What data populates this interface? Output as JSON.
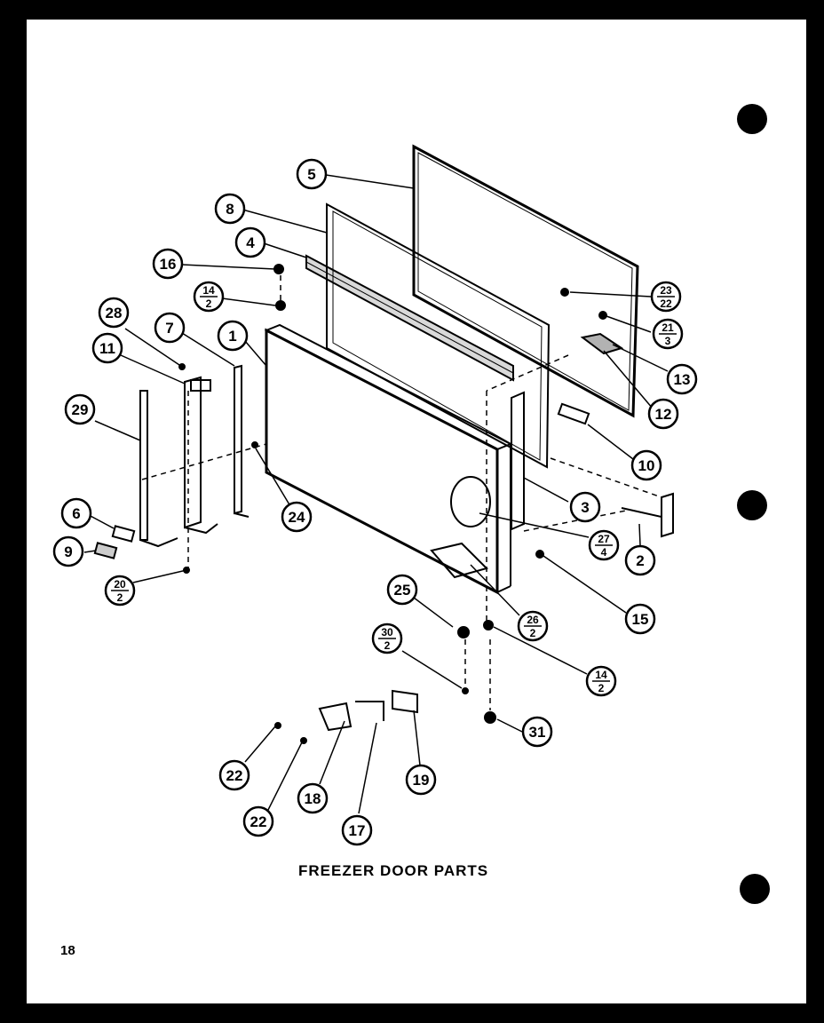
{
  "page": {
    "caption": "FREEZER DOOR PARTS",
    "page_number": "18"
  },
  "callouts": [
    {
      "id": "c5",
      "top": "5"
    },
    {
      "id": "c8",
      "top": "8"
    },
    {
      "id": "c4",
      "top": "4"
    },
    {
      "id": "c16",
      "top": "16"
    },
    {
      "id": "c14a",
      "top": "14",
      "bottom": "2"
    },
    {
      "id": "c28",
      "top": "28"
    },
    {
      "id": "c7",
      "top": "7"
    },
    {
      "id": "c1",
      "top": "1"
    },
    {
      "id": "c11",
      "top": "11"
    },
    {
      "id": "c29",
      "top": "29"
    },
    {
      "id": "c6",
      "top": "6"
    },
    {
      "id": "c9",
      "top": "9"
    },
    {
      "id": "c20",
      "top": "20",
      "bottom": "2"
    },
    {
      "id": "c24",
      "top": "24"
    },
    {
      "id": "c23",
      "top": "23",
      "bottom": "22"
    },
    {
      "id": "c21",
      "top": "21",
      "bottom": "3"
    },
    {
      "id": "c13",
      "top": "13"
    },
    {
      "id": "c12",
      "top": "12"
    },
    {
      "id": "c10",
      "top": "10"
    },
    {
      "id": "c3",
      "top": "3"
    },
    {
      "id": "c27",
      "top": "27",
      "bottom": "4"
    },
    {
      "id": "c2",
      "top": "2"
    },
    {
      "id": "c15",
      "top": "15"
    },
    {
      "id": "c25",
      "top": "25"
    },
    {
      "id": "c26",
      "top": "26",
      "bottom": "2"
    },
    {
      "id": "c30",
      "top": "30",
      "bottom": "2"
    },
    {
      "id": "c14b",
      "top": "14",
      "bottom": "2"
    },
    {
      "id": "c31",
      "top": "31"
    },
    {
      "id": "c22a",
      "top": "22"
    },
    {
      "id": "c22b",
      "top": "22"
    },
    {
      "id": "c18",
      "top": "18"
    },
    {
      "id": "c17",
      "top": "17"
    },
    {
      "id": "c19",
      "top": "19"
    }
  ]
}
